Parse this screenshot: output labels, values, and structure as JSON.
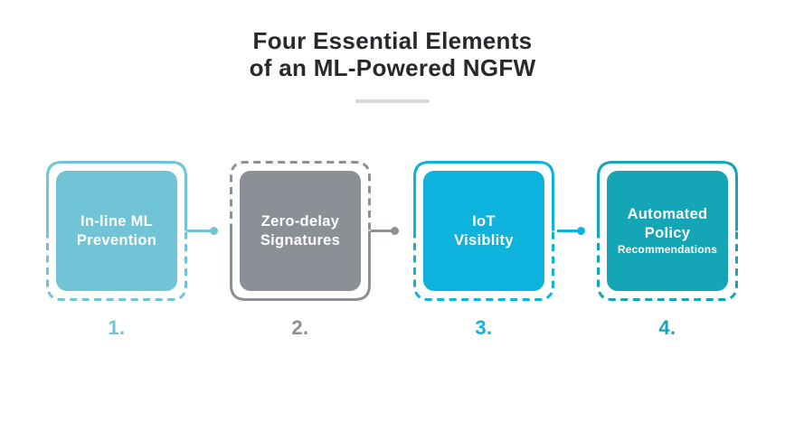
{
  "title": {
    "line1": "Four Essential Elements",
    "line2": "of an ML-Powered NGFW"
  },
  "items": [
    {
      "label": "In-line ML\nPrevention",
      "sublabel": "",
      "number": "1.",
      "accent_color": "#71c4d6",
      "frame_style": "solid-top-dashed-bottom"
    },
    {
      "label": "Zero-delay\nSignatures",
      "sublabel": "",
      "number": "2.",
      "accent_color": "#8b9097",
      "frame_style": "dashed-top-solid-bottom"
    },
    {
      "label": "IoT\nVisiblity",
      "sublabel": "",
      "number": "3.",
      "accent_color": "#0db3dc",
      "frame_style": "solid-top-dashed-bottom"
    },
    {
      "label": "Automated\nPolicy",
      "sublabel": "Recommendations",
      "number": "4.",
      "accent_color": "#14a5b6",
      "frame_style": "solid-top-dashed-bottom"
    }
  ],
  "colors": {
    "background": "#ffffff",
    "title_text": "#29282c",
    "divider": "#d9d9d9",
    "card_text": "#ffffff"
  }
}
